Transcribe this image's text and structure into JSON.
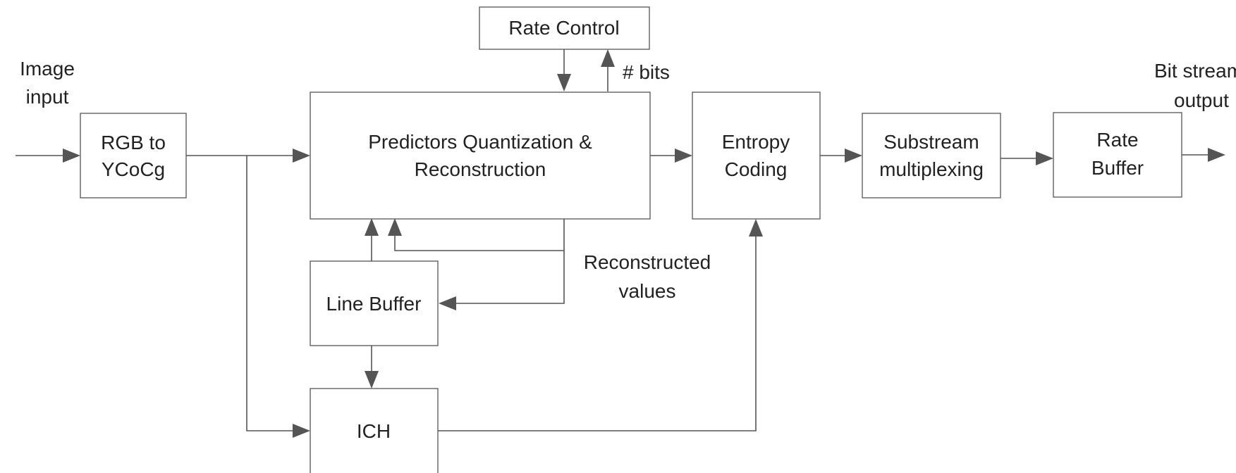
{
  "blocks": {
    "rate_control": "Rate Control",
    "rgb_to_ycocg": [
      "RGB to",
      "YCoCg"
    ],
    "predictors": [
      "Predictors Quantization &",
      "Reconstruction"
    ],
    "entropy_coding": [
      "Entropy",
      "Coding"
    ],
    "substream_mux": [
      "Substream",
      "multiplexing"
    ],
    "rate_buffer": [
      "Rate",
      "Buffer"
    ],
    "line_buffer": "Line Buffer",
    "ich": "ICH"
  },
  "labels": {
    "image_input": [
      "Image",
      "input"
    ],
    "bitstream_output": [
      "Bit stream",
      "output"
    ],
    "num_bits": "# bits",
    "reconstructed_values": [
      "Reconstructed",
      "values"
    ]
  }
}
